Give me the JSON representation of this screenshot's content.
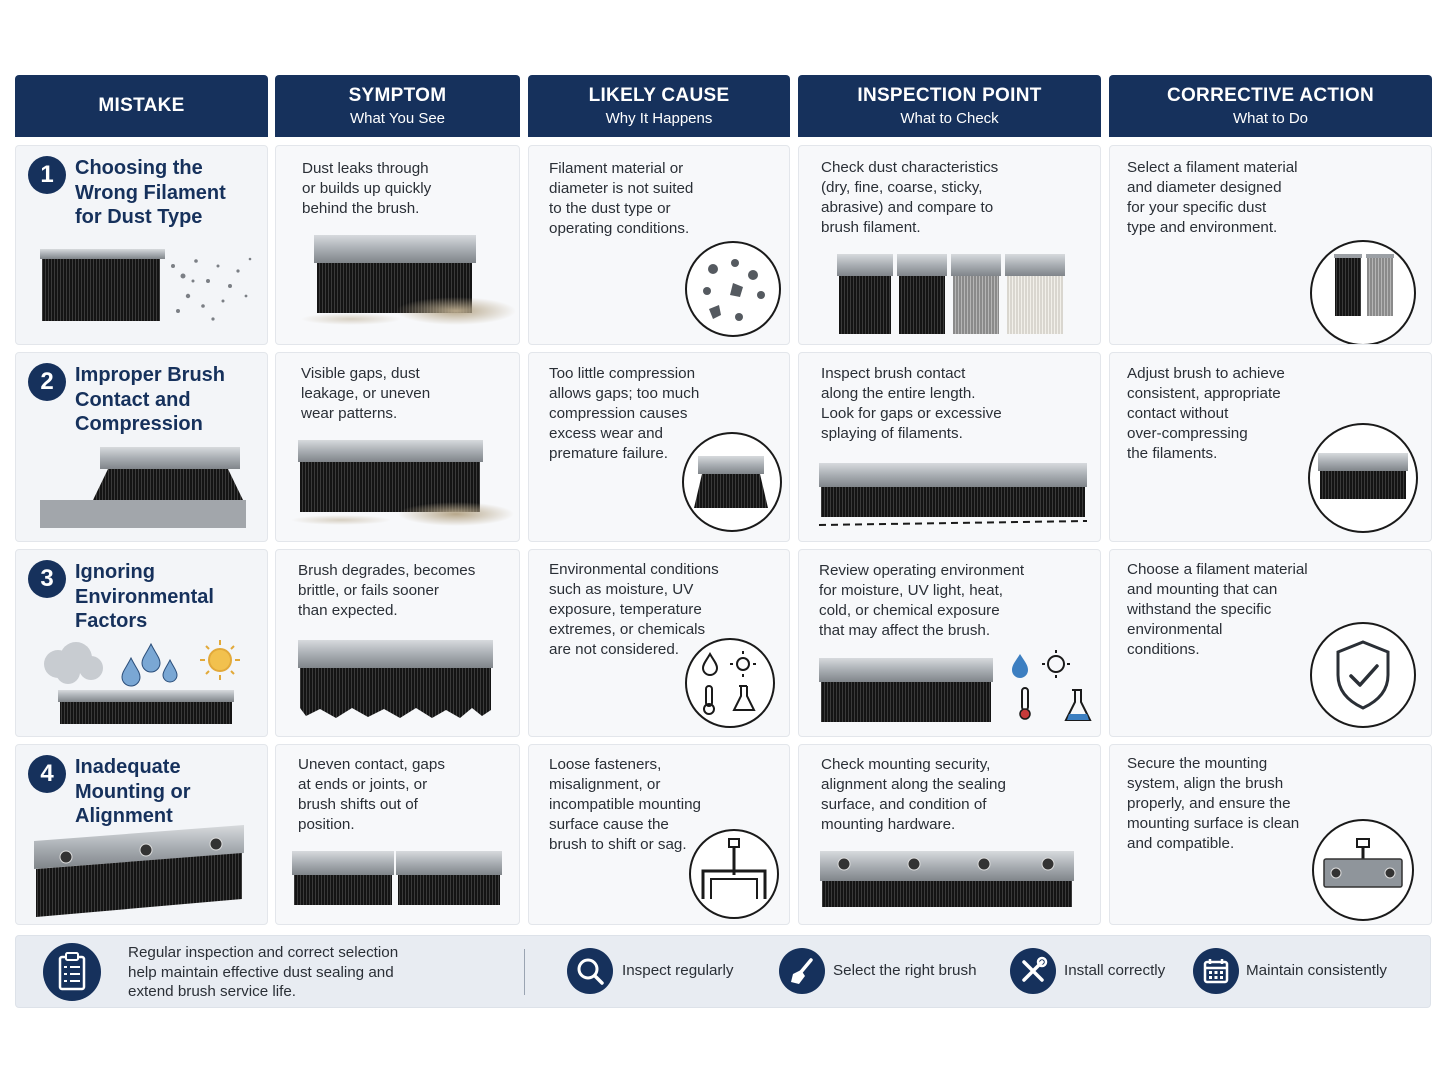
{
  "headers": [
    {
      "title": "MISTAKE",
      "subtitle": ""
    },
    {
      "title": "SYMPTOM",
      "subtitle": "What You See"
    },
    {
      "title": "LIKELY CAUSE",
      "subtitle": "Why It Happens"
    },
    {
      "title": "INSPECTION POINT",
      "subtitle": "What to Check"
    },
    {
      "title": "CORRECTIVE ACTION",
      "subtitle": "What to Do"
    }
  ],
  "rows": [
    {
      "number": "1",
      "mistake": [
        "Choosing the",
        "Wrong Filament",
        "for Dust Type"
      ],
      "symptom": [
        "Dust leaks through",
        "or builds up quickly",
        "behind the brush."
      ],
      "cause": [
        "Filament material or",
        "diameter is not suited",
        "to the dust type or",
        "operating conditions."
      ],
      "inspection": [
        "Check dust characteristics",
        "(dry, fine, coarse, sticky,",
        "abrasive) and compare to",
        "brush filament."
      ],
      "action": [
        "Select a filament material",
        "and diameter designed",
        "for your specific dust",
        "type and environment."
      ]
    },
    {
      "number": "2",
      "mistake": [
        "Improper Brush",
        "Contact and",
        "Compression"
      ],
      "symptom": [
        "Visible gaps, dust",
        "leakage, or uneven",
        "wear patterns."
      ],
      "cause": [
        "Too little compression",
        "allows gaps; too much",
        "compression causes",
        "excess wear and",
        "premature failure."
      ],
      "inspection": [
        "Inspect brush contact",
        "along the entire length.",
        "Look for gaps or excessive",
        "splaying of filaments."
      ],
      "action": [
        "Adjust brush to achieve",
        "consistent, appropriate",
        "contact without",
        "over-compressing",
        "the filaments."
      ]
    },
    {
      "number": "3",
      "mistake": [
        "Ignoring",
        "Environmental",
        "Factors"
      ],
      "symptom": [
        "Brush degrades, becomes",
        "brittle, or fails sooner",
        "than expected."
      ],
      "cause": [
        "Environmental conditions",
        "such as moisture, UV",
        "exposure, temperature",
        "extremes, or chemicals",
        "are not considered."
      ],
      "inspection": [
        "Review operating environment",
        "for moisture, UV light, heat,",
        "cold, or chemical exposure",
        "that may affect the brush."
      ],
      "action": [
        "Choose a filament material",
        "and mounting that can",
        "withstand the specific",
        "environmental",
        "conditions."
      ]
    },
    {
      "number": "4",
      "mistake": [
        "Inadequate",
        "Mounting or",
        "Alignment"
      ],
      "symptom": [
        "Uneven contact, gaps",
        "at ends or joints, or",
        "brush shifts out of",
        "position."
      ],
      "cause": [
        "Loose fasteners,",
        "misalignment, or",
        "incompatible mounting",
        "surface cause the",
        "brush to shift or sag."
      ],
      "inspection": [
        "Check mounting security,",
        "alignment along the sealing",
        "surface, and condition of",
        "mounting hardware."
      ],
      "action": [
        "Secure the mounting",
        "system, align the brush",
        "properly, and ensure the",
        "mounting surface is clean",
        "and compatible."
      ]
    }
  ],
  "footer": {
    "summary": [
      "Regular inspection and correct selection",
      "help maintain effective dust sealing and",
      "extend brush service life."
    ],
    "summary_icon": "clipboard-checklist-icon",
    "items": [
      {
        "label": "Inspect regularly",
        "icon": "magnifier-icon"
      },
      {
        "label": "Select the right brush",
        "icon": "brush-icon"
      },
      {
        "label": "Install correctly",
        "icon": "tools-icon"
      },
      {
        "label": "Maintain consistently",
        "icon": "calendar-icon"
      }
    ]
  },
  "colors": {
    "navy": "#16315c",
    "cell_bg": "#f7f8fa",
    "footer_bg": "#e8ecf2"
  }
}
